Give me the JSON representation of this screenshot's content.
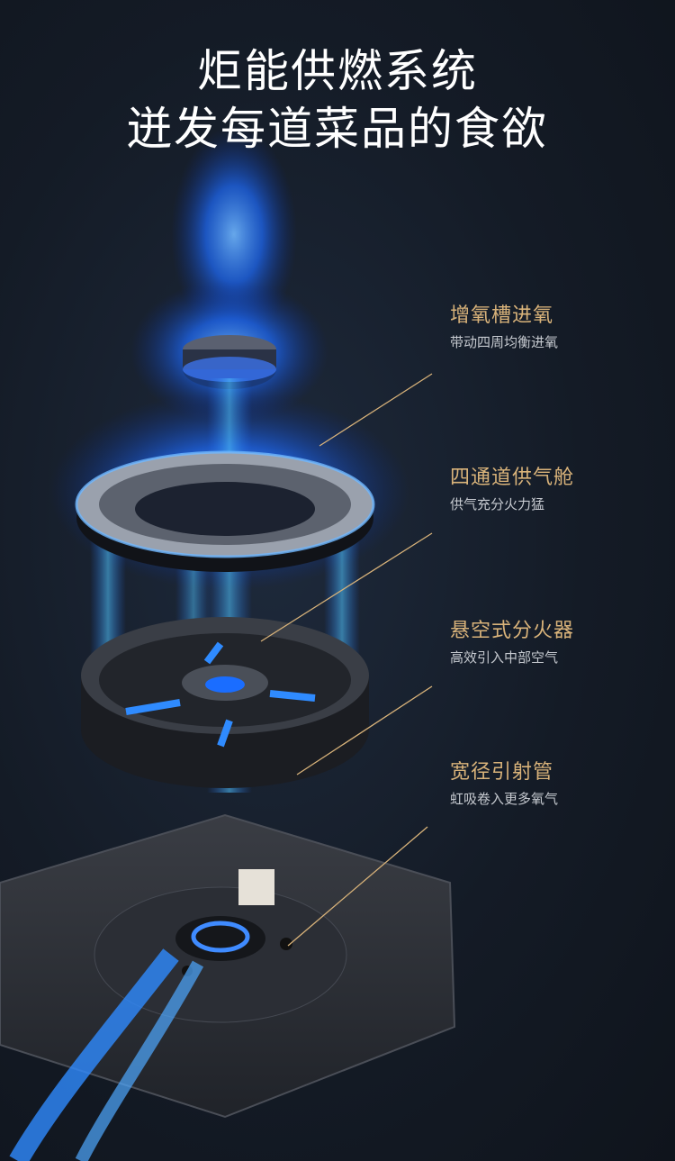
{
  "headline": {
    "line1": "炬能供燃系统",
    "line2": "迸发每道菜品的食欲"
  },
  "callouts": [
    {
      "title": "增氧槽进氧",
      "subtitle": "带动四周均衡进氧"
    },
    {
      "title": "四通道供气舱",
      "subtitle": "供气充分火力猛"
    },
    {
      "title": "悬空式分火器",
      "subtitle": "高效引入中部空气"
    },
    {
      "title": "宽径引射管",
      "subtitle": "虹吸卷入更多氧气"
    }
  ],
  "colors": {
    "background": "#141b26",
    "accent_gold": "#d9b37a",
    "flame_blue": "#1e6cff"
  }
}
